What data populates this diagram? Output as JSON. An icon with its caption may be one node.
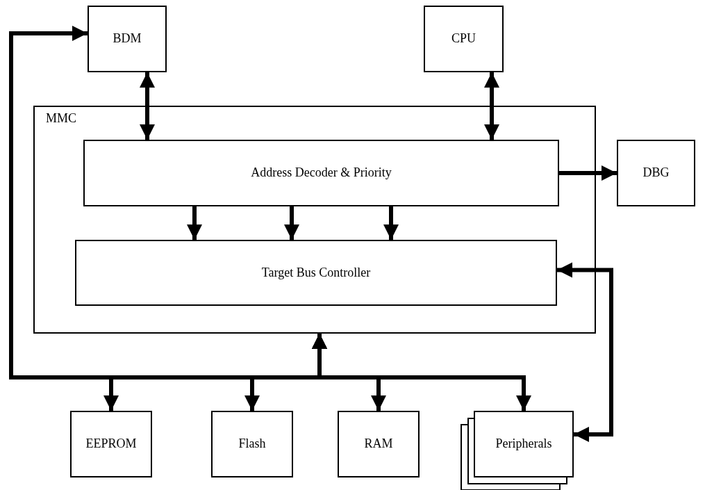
{
  "diagram": {
    "nodes": [
      {
        "text": [
          "BDM"
        ]
      },
      {
        "text": [
          "CPU"
        ]
      },
      {
        "text": [
          "MMC"
        ]
      },
      {
        "text": [
          "Address Decoder & Priority"
        ],
        "in": 2
      },
      {
        "text": [
          "Target Bus Controller"
        ],
        "in": 2
      },
      {
        "text": [
          "DBG"
        ]
      },
      {
        "text": [
          "EEPROM"
        ]
      },
      {
        "text": [
          "Flash"
        ]
      },
      {
        "text": [
          "RAM"
        ]
      },
      {
        "text": [
          "Peripherals"
        ]
      }
    ],
    "edges": [
      {
        "from": 0,
        "to": 3,
        "arrow": "both"
      },
      {
        "from": 1,
        "to": 3,
        "arrow": "both"
      },
      {
        "from": 3,
        "to": 5,
        "arrow": "to"
      },
      {
        "from": 3,
        "to": 4,
        "arrow": "to"
      },
      {
        "from": 3,
        "to": 4,
        "arrow": "to"
      },
      {
        "from": 3,
        "to": 4,
        "arrow": "to"
      },
      {
        "from": 4,
        "to": 9,
        "arrow": "both"
      },
      {
        "from": 2,
        "to": 0,
        "arrow": "both"
      },
      {
        "from": 2,
        "to": 6,
        "arrow": "both"
      },
      {
        "from": 2,
        "to": 7,
        "arrow": "both"
      },
      {
        "from": 2,
        "to": 8,
        "arrow": "both"
      },
      {
        "from": 2,
        "to": 9,
        "arrow": "both"
      }
    ]
  }
}
